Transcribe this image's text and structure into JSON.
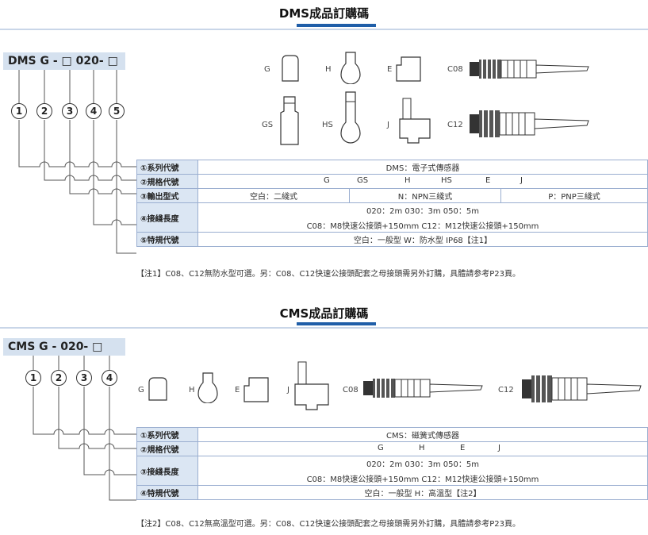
{
  "dms": {
    "title": "DMS成品訂購碼",
    "code": "DMS  G - □  020- □",
    "circles": [
      "1",
      "2",
      "3",
      "4",
      "5"
    ],
    "shape_labels": {
      "g": "G",
      "h": "H",
      "e": "E",
      "c08": "C08",
      "gs": "GS",
      "hs": "HS",
      "j": "J",
      "c12": "C12"
    },
    "rows": [
      {
        "header": "①系列代號",
        "value": "DMS：電子式傳感器"
      },
      {
        "header": "②規格代號",
        "values": [
          "G",
          "GS",
          "H",
          "HS",
          "E",
          "J"
        ]
      },
      {
        "header": "③輸出型式",
        "values": [
          "空白：二綫式",
          "N：NPN三綫式",
          "P：PNP三綫式"
        ]
      },
      {
        "header": "④接綫長度",
        "line1": "020：2m    030：3m    050：5m",
        "line2": "C08：M8快速公接頭+150mm  C12：M12快速公接頭+150mm"
      },
      {
        "header": "⑤特規代號",
        "value": "空白：一般型    W：防水型 IP68【注1】"
      }
    ],
    "note": "【注1】C08、C12無防水型可選。另：C08、C12快速公接頭配套之母接頭需另外訂購，具體請参考P23頁。"
  },
  "cms": {
    "title": "CMS成品訂購碼",
    "code": "CMS  G - 020- □",
    "circles": [
      "1",
      "2",
      "3",
      "4"
    ],
    "shape_labels": {
      "g": "G",
      "h": "H",
      "e": "E",
      "j": "J",
      "c08": "C08",
      "c12": "C12"
    },
    "rows": [
      {
        "header": "①系列代號",
        "value": "CMS：磁簧式傳感器"
      },
      {
        "header": "②規格代號",
        "values": [
          "G",
          "H",
          "E",
          "J"
        ]
      },
      {
        "header": "③接綫長度",
        "line1": "020：2m    030：3m    050：5m",
        "line2": "C08：M8快速公接頭+150mm    C12：M12快速公接頭+150mm"
      },
      {
        "header": "④特規代號",
        "value": "空白：一般型    H：高溫型【注2】"
      }
    ],
    "note": "【注2】C08、C12無高溫型可選。另：C08、C12快速公接頭配套之母接頭需另外訂購，具體請参考P23頁。"
  }
}
